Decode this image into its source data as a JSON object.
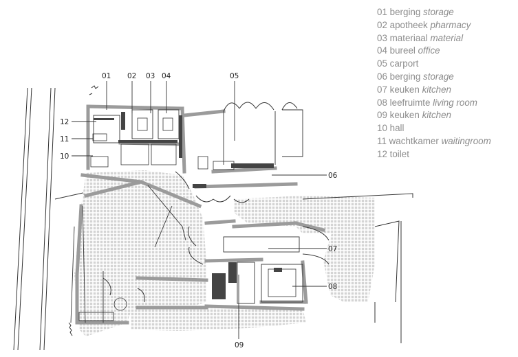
{
  "labels": {
    "top": [
      "01",
      "02",
      "03",
      "04",
      "05"
    ],
    "left": [
      "12",
      "11",
      "10"
    ],
    "right": [
      "06",
      "07",
      "08"
    ],
    "bottom": [
      "09"
    ]
  },
  "legend": [
    {
      "num": "01",
      "nl": "berging",
      "en": "storage"
    },
    {
      "num": "02",
      "nl": "apotheek",
      "en": "pharmacy"
    },
    {
      "num": "03",
      "nl": "materiaal",
      "en": "material"
    },
    {
      "num": "04",
      "nl": "bureel",
      "en": "office"
    },
    {
      "num": "05",
      "nl": "carport",
      "en": ""
    },
    {
      "num": "06",
      "nl": "berging",
      "en": "storage"
    },
    {
      "num": "07",
      "nl": "keuken",
      "en": "kitchen"
    },
    {
      "num": "08",
      "nl": "leefruimte",
      "en": "living room"
    },
    {
      "num": "09",
      "nl": "keuken",
      "en": "kitchen"
    },
    {
      "num": "10",
      "nl": "hall",
      "en": ""
    },
    {
      "num": "11",
      "nl": "wachtkamer",
      "en": "waitingroom"
    },
    {
      "num": "12",
      "nl": "toilet",
      "en": ""
    }
  ],
  "colors": {
    "wall": "#9b9b9b",
    "line": "#333333",
    "paving": "#d6d6d6",
    "legend_text": "#8c8c8c"
  }
}
